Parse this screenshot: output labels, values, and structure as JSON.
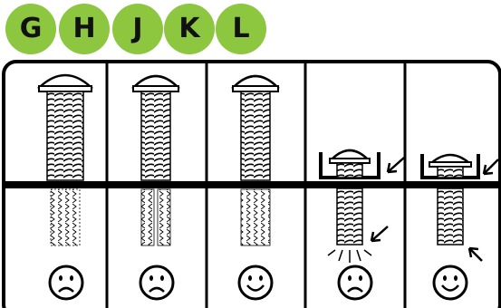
{
  "labels": [
    "G",
    "H",
    "J",
    "K",
    "L"
  ],
  "panels": [
    {
      "label": "G",
      "face": "sad"
    },
    {
      "label": "H",
      "face": "sad"
    },
    {
      "label": "J",
      "face": "happy"
    },
    {
      "label": "K",
      "face": "sad"
    },
    {
      "label": "L",
      "face": "happy"
    }
  ],
  "colors": {
    "badge": "#8dc63f",
    "ink": "#000000",
    "paper": "#ffffff"
  }
}
